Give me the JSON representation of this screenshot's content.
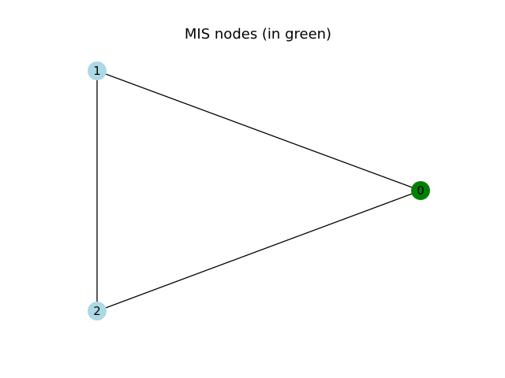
{
  "title": "MIS nodes (in green)",
  "colors": {
    "mis_node": "#008000",
    "other_node": "#add8e6",
    "edge": "#000000"
  },
  "graph": {
    "nodes": [
      {
        "id": "0",
        "label": "0",
        "in_mis": true
      },
      {
        "id": "1",
        "label": "1",
        "in_mis": false
      },
      {
        "id": "2",
        "label": "2",
        "in_mis": false
      }
    ],
    "edges": [
      {
        "source": "1",
        "target": "0"
      },
      {
        "source": "2",
        "target": "0"
      },
      {
        "source": "1",
        "target": "2"
      }
    ]
  }
}
